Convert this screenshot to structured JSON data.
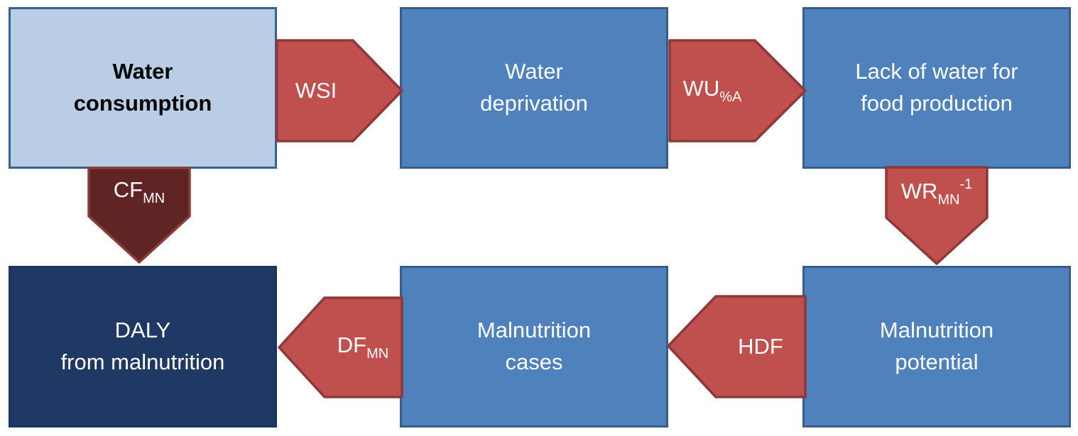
{
  "diagram": {
    "boxes": {
      "water_consumption": {
        "line1": "Water",
        "line2": "consumption"
      },
      "water_deprivation": {
        "line1": "Water",
        "line2": "deprivation"
      },
      "lack_of_water": {
        "line1": "Lack of water for",
        "line2": "food production"
      },
      "daly": {
        "line1": "DALY",
        "line2": "from malnutrition"
      },
      "malnutrition_cases": {
        "line1": "Malnutrition",
        "line2": "cases"
      },
      "malnutrition_potential": {
        "line1": "Malnutrition",
        "line2": "potential"
      }
    },
    "arrows": {
      "wsi": {
        "label": "WSI",
        "sub": "",
        "sup": "",
        "direction": "right",
        "from": "water_consumption",
        "to": "water_deprivation"
      },
      "wu": {
        "label": "WU",
        "sub": "%A",
        "sup": "",
        "direction": "right",
        "from": "water_deprivation",
        "to": "lack_of_water"
      },
      "wr": {
        "label": "WR",
        "sub": "MN",
        "sup": "-1",
        "direction": "down",
        "from": "lack_of_water",
        "to": "malnutrition_potential"
      },
      "hdf": {
        "label": "HDF",
        "sub": "",
        "sup": "",
        "direction": "left",
        "from": "malnutrition_potential",
        "to": "malnutrition_cases"
      },
      "df": {
        "label": "DF",
        "sub": "MN",
        "sup": "",
        "direction": "left",
        "from": "malnutrition_cases",
        "to": "daly"
      },
      "cf": {
        "label": "CF",
        "sub": "MN",
        "sup": "",
        "direction": "down",
        "from": "water_consumption",
        "to": "daly"
      }
    },
    "colors": {
      "light_blue_fill": "#B9CDE5",
      "light_blue_border": "#376091",
      "blue_fill": "#4F81BD",
      "blue_border": "#385D8A",
      "navy_fill": "#1F3864",
      "navy_border": "#17375E",
      "red_arrow_fill": "#C0504D",
      "red_arrow_border": "#8E3837",
      "maroon_arrow_fill": "#5F2423",
      "maroon_arrow_border": "#8A3E38"
    }
  }
}
